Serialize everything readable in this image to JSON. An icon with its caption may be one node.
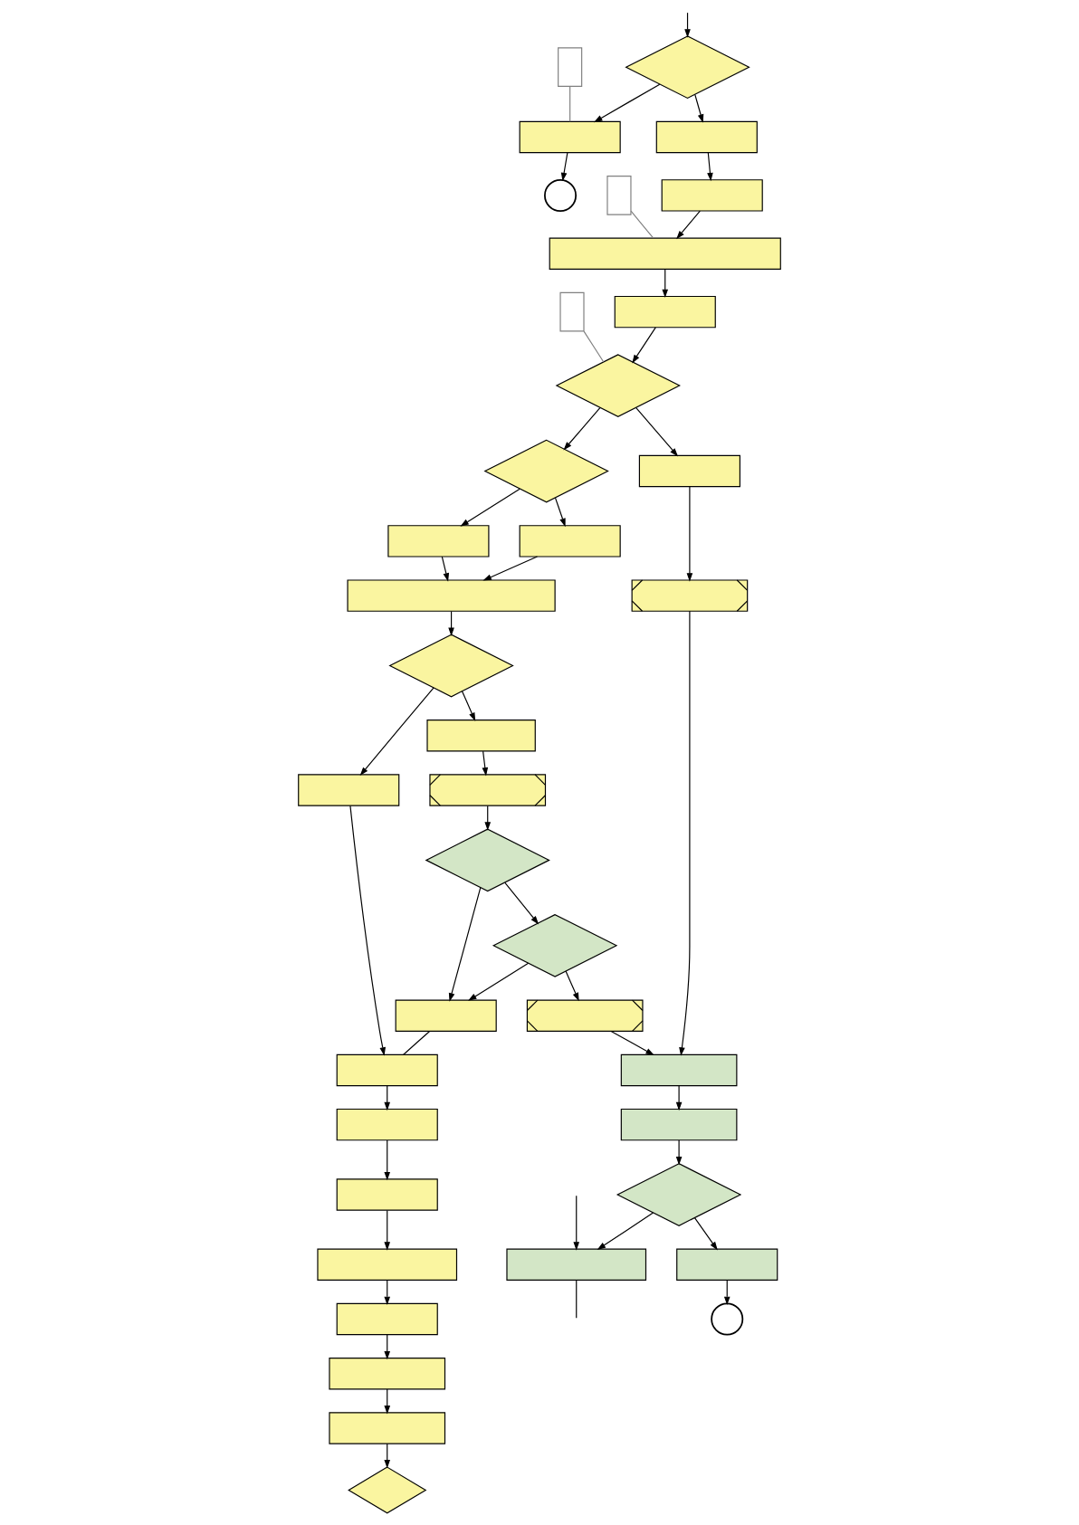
{
  "diagram": {
    "nodes": [
      {
        "text": [],
        "shape": "diamond"
      },
      {
        "text": [],
        "shape": "box"
      },
      {
        "text": [],
        "shape": "circle"
      },
      {
        "text": [],
        "shape": "box"
      },
      {
        "text": [],
        "shape": "box"
      },
      {
        "text": [],
        "shape": "box"
      },
      {
        "text": [],
        "shape": "box"
      },
      {
        "text": [],
        "shape": "diamond"
      },
      {
        "text": [],
        "shape": "diamond"
      },
      {
        "text": [],
        "shape": "box"
      },
      {
        "text": [],
        "shape": "box"
      },
      {
        "text": [],
        "shape": "box"
      },
      {
        "text": [],
        "shape": "box"
      },
      {
        "text": [],
        "shape": "diamond"
      },
      {
        "text": [],
        "shape": "box"
      },
      {
        "text": [],
        "shape": "box"
      },
      {
        "text": [],
        "shape": "diamond"
      },
      {
        "text": [],
        "shape": "box"
      },
      {
        "text": [],
        "shape": "box"
      },
      {
        "text": [],
        "shape": "box"
      },
      {
        "text": [],
        "shape": "diamond"
      },
      {
        "text": [],
        "shape": "box"
      },
      {
        "text": [],
        "shape": "box"
      },
      {
        "text": [],
        "shape": "box"
      },
      {
        "text": [],
        "shape": "box"
      },
      {
        "text": [],
        "shape": "box"
      },
      {
        "text": [],
        "shape": "box"
      },
      {
        "text": [],
        "shape": "box"
      },
      {
        "text": [],
        "shape": "box"
      },
      {
        "text": [],
        "shape": "diamond"
      },
      {
        "text": [],
        "shape": "box"
      },
      {
        "text": [],
        "shape": "box"
      },
      {
        "text": [],
        "shape": "diamond"
      },
      {
        "text": [],
        "shape": "box"
      },
      {
        "text": [],
        "shape": "circle"
      },
      {
        "text": [],
        "shape": "box"
      },
      {
        "text": [],
        "shape": "box"
      },
      {
        "text": [],
        "shape": "box"
      },
      {
        "text": [],
        "shape": "box"
      }
    ],
    "edges": [
      {
        "from": null,
        "to": 0,
        "arrow": "to"
      },
      {
        "from": 0,
        "to": 1,
        "arrow": "to"
      },
      {
        "from": 1,
        "to": 2,
        "arrow": "to"
      },
      {
        "from": 0,
        "to": 3,
        "arrow": "to"
      },
      {
        "from": 3,
        "to": 4,
        "arrow": "to"
      },
      {
        "from": 4,
        "to": 5,
        "arrow": "to"
      },
      {
        "from": 5,
        "to": 6,
        "arrow": "to"
      },
      {
        "from": 6,
        "to": 7,
        "arrow": "to"
      },
      {
        "from": 7,
        "to": 8,
        "arrow": "to"
      },
      {
        "from": 7,
        "to": 11,
        "arrow": "to"
      },
      {
        "from": 8,
        "to": 9,
        "arrow": "to"
      },
      {
        "from": 8,
        "to": 10,
        "arrow": "to"
      },
      {
        "from": 9,
        "to": 12,
        "arrow": "to"
      },
      {
        "from": 10,
        "to": 12,
        "arrow": "to"
      },
      {
        "from": 12,
        "to": 13,
        "arrow": "to"
      },
      {
        "from": 13,
        "to": 17,
        "arrow": "to"
      },
      {
        "from": 13,
        "to": 14,
        "arrow": "to"
      },
      {
        "from": 14,
        "to": 15,
        "arrow": "to"
      },
      {
        "from": 15,
        "to": 16,
        "arrow": "to"
      },
      {
        "from": 16,
        "to": 19,
        "arrow": "to"
      },
      {
        "from": 16,
        "to": 20,
        "arrow": "to"
      },
      {
        "from": 20,
        "to": 19,
        "arrow": "to"
      },
      {
        "from": 19,
        "to": 18,
        "arrow": "none"
      },
      {
        "from": 17,
        "to": 18,
        "arrow": "to"
      },
      {
        "from": 18,
        "to": 21,
        "arrow": "to"
      },
      {
        "from": 21,
        "to": 23,
        "arrow": "to"
      },
      {
        "from": 23,
        "to": 26,
        "arrow": "to"
      },
      {
        "from": 26,
        "to": 28,
        "arrow": "to"
      },
      {
        "from": 28,
        "to": 30,
        "arrow": "to"
      },
      {
        "from": 30,
        "to": 33,
        "arrow": "to"
      },
      {
        "from": 33,
        "to": 32,
        "arrow": "to"
      },
      {
        "from": 20,
        "to": 22,
        "arrow": "to"
      },
      {
        "from": 22,
        "to": 24,
        "arrow": "to"
      },
      {
        "from": 11,
        "to": 25,
        "arrow": "to"
      },
      {
        "from": 25,
        "to": 24,
        "arrow": "to"
      },
      {
        "from": 24,
        "to": 27,
        "arrow": "to"
      },
      {
        "from": 27,
        "to": 29,
        "arrow": "to"
      },
      {
        "from": 29,
        "to": 31,
        "arrow": "to"
      },
      {
        "from": 31,
        "to": 34,
        "arrow": "to"
      },
      {
        "from": 29,
        "to": 35,
        "arrow": "to"
      },
      {
        "from": null,
        "to": 35,
        "arrow": "to"
      },
      {
        "from": 35,
        "to": null,
        "arrow": "none"
      },
      {
        "from": 36,
        "to": 1,
        "arrow": "none",
        "color": "#808080"
      },
      {
        "from": 37,
        "to": 5,
        "arrow": "none",
        "color": "#808080"
      },
      {
        "from": 38,
        "to": 7,
        "arrow": "none",
        "color": "#808080"
      }
    ]
  }
}
